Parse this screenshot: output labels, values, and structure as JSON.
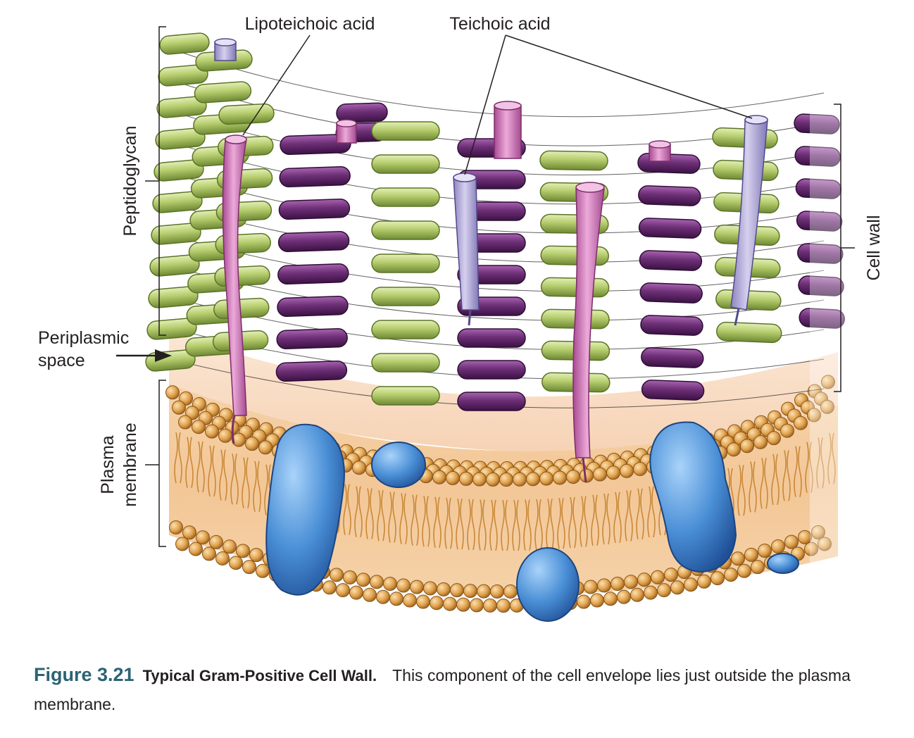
{
  "labels": {
    "lipoteichoic_acid": "Lipoteichoic acid",
    "teichoic_acid": "Teichoic acid",
    "peptidoglycan": "Peptidoglycan",
    "periplasmic_space_line1": "Periplasmic",
    "periplasmic_space_line2": "space",
    "plasma_membrane_line1": "Plasma",
    "plasma_membrane_line2": "membrane",
    "cell_wall": "Cell wall"
  },
  "caption": {
    "figure_number": "Figure 3.21",
    "title": "Typical Gram-Positive Cell Wall.",
    "text": "This component of the cell envelope lies just outside the plasma membrane."
  },
  "colors": {
    "peptidoglycan_green": "#b5cc6c",
    "peptidoglycan_purple": "#6d2f76",
    "teichoic_acid": "#b2aad6",
    "lipoteichoic_acid": "#d77fc0",
    "membrane_head": "#e0a14c",
    "membrane_protein": "#4a8fd6",
    "periplasmic_space": "#f9dfc8",
    "caption_figure_number": "#2c6373"
  },
  "icons": [
    "arrow-right-icon"
  ]
}
